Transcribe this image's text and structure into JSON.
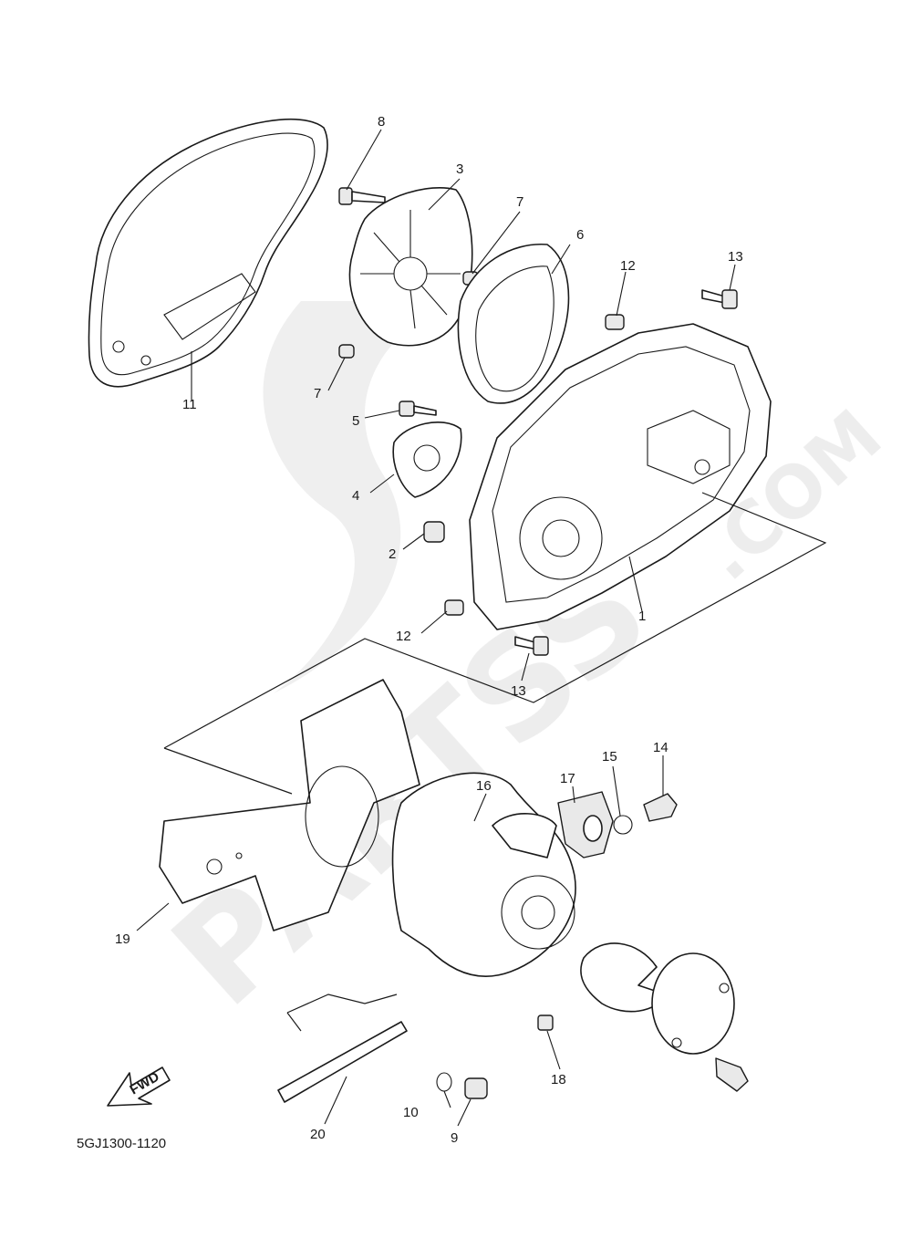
{
  "diagram_code": "5GJ1300-1120",
  "fwd_arrow_text": "FWD",
  "watermark": {
    "text": "PARTSS",
    "suffix": ".COM",
    "color": "#d8d8d8"
  },
  "callouts": {
    "p1": "1",
    "p2": "2",
    "p3": "3",
    "p4": "4",
    "p5": "5",
    "p6": "6",
    "p7a": "7",
    "p7b": "7",
    "p8": "8",
    "p9": "9",
    "p10": "10",
    "p11": "11",
    "p12a": "12",
    "p12b": "12",
    "p13a": "13",
    "p13b": "13",
    "p14": "14",
    "p15": "15",
    "p16": "16",
    "p17": "17",
    "p18": "18",
    "p19": "19",
    "p20": "20"
  }
}
